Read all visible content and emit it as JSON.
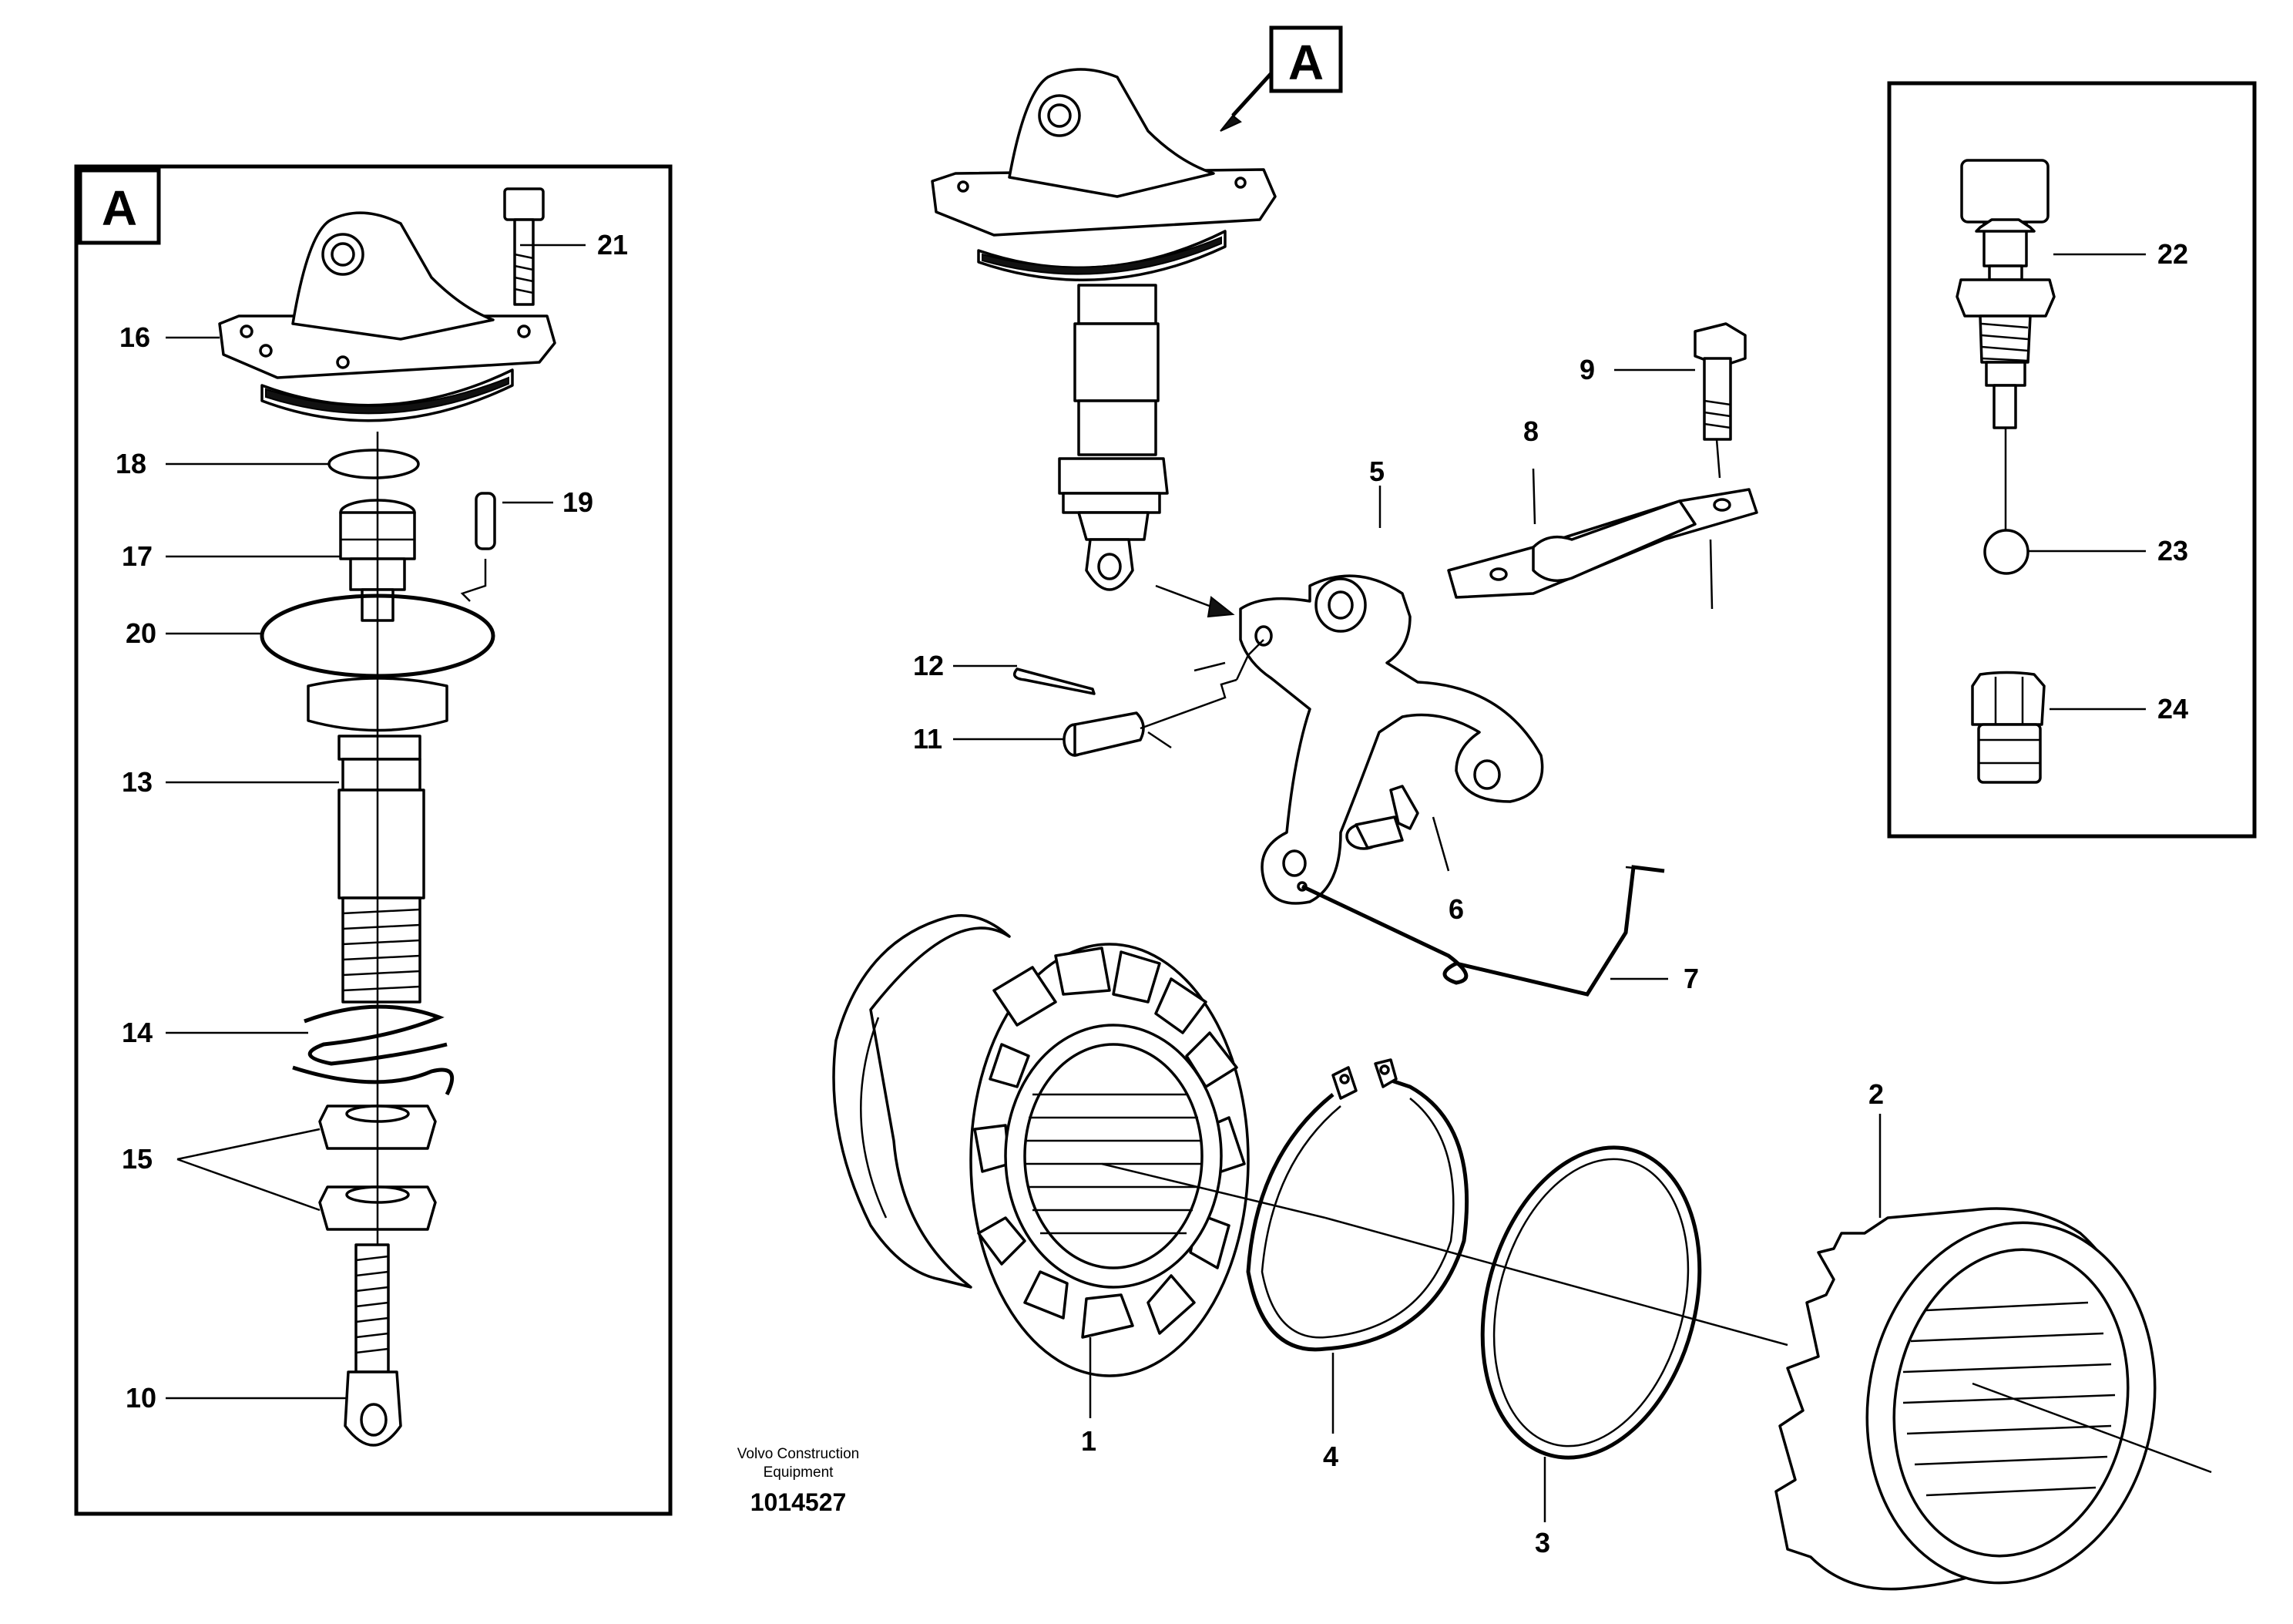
{
  "detail_label": "A",
  "top_callout_label": "A",
  "credit": {
    "line1": "Volvo Construction",
    "line2": "Equipment",
    "drawing_number": "1014527"
  },
  "callouts": {
    "c1": "1",
    "c2": "2",
    "c3": "3",
    "c4": "4",
    "c5": "5",
    "c6": "6",
    "c7": "7",
    "c8": "8",
    "c9": "9",
    "c10": "10",
    "c11": "11",
    "c12": "12",
    "c13": "13",
    "c14": "14",
    "c15": "15",
    "c16": "16",
    "c17": "17",
    "c18": "18",
    "c19": "19",
    "c20": "20",
    "c21": "21",
    "c22": "22",
    "c23": "23",
    "c24": "24"
  }
}
